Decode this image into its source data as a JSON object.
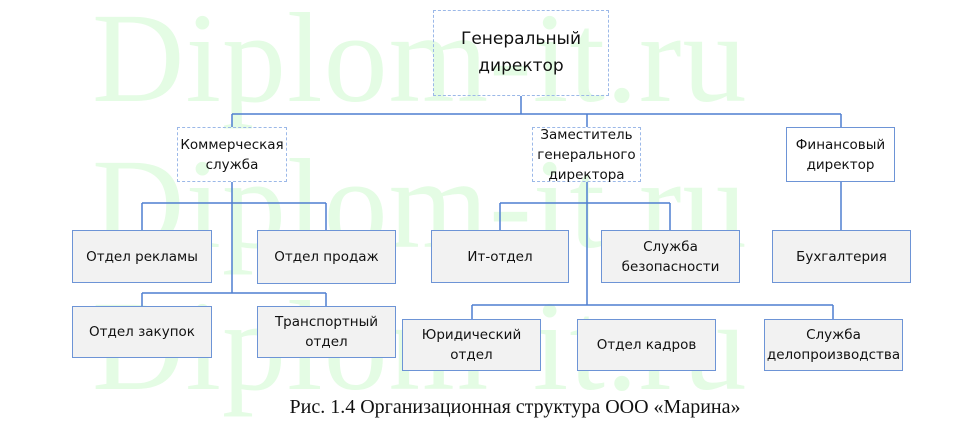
{
  "watermark": "Diplom-it.ru",
  "nodes": {
    "general": "Генеральный директор",
    "commercial": "Коммерческая служба",
    "deputy": "Заместитель генерального директора",
    "finance": "Финансовый директор",
    "advertising": "Отдел рекламы",
    "sales": "Отдел продаж",
    "it": "Ит-отдел",
    "security": "Служба безопасности",
    "accounting": "Бухгалтерия",
    "purchasing": "Отдел закупок",
    "transport": "Транспортный отдел",
    "legal": "Юридический отдел",
    "hr": "Отдел кадров",
    "records": "Служба делопроизводства"
  },
  "caption": "Рис. 1.4 Организационная структура ООО «Марина»",
  "colors": {
    "line": "#4f7fd0",
    "box_border": "#6d94d6",
    "box_fill": "#f2f2f2",
    "watermark": "#e4fce4"
  }
}
